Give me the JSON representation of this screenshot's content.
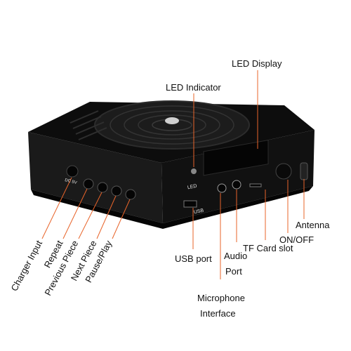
{
  "labels": {
    "led_display": "LED Display",
    "led_indicator": "LED Indicator",
    "antenna": "Antenna",
    "on_off": "ON/OFF",
    "tf_card_slot": "TF Card slot",
    "audio_port_line1": "Audio",
    "audio_port_line2": "Port",
    "usb_port": "USB port",
    "microphone_line1": "Microphone",
    "microphone_line2": "Interface",
    "charger_input": "Charger Input",
    "repeat": "Repeat",
    "previous_piece": "Previous Piece",
    "next_piece": "Next Piece",
    "pause_play": "Pause/Play"
  },
  "device_markings": {
    "led": "LED",
    "usb": "USB",
    "dc": "DC 5V"
  },
  "colors": {
    "leader_line": "#e8642a",
    "device_body": "#151515",
    "label_text": "#111111"
  }
}
